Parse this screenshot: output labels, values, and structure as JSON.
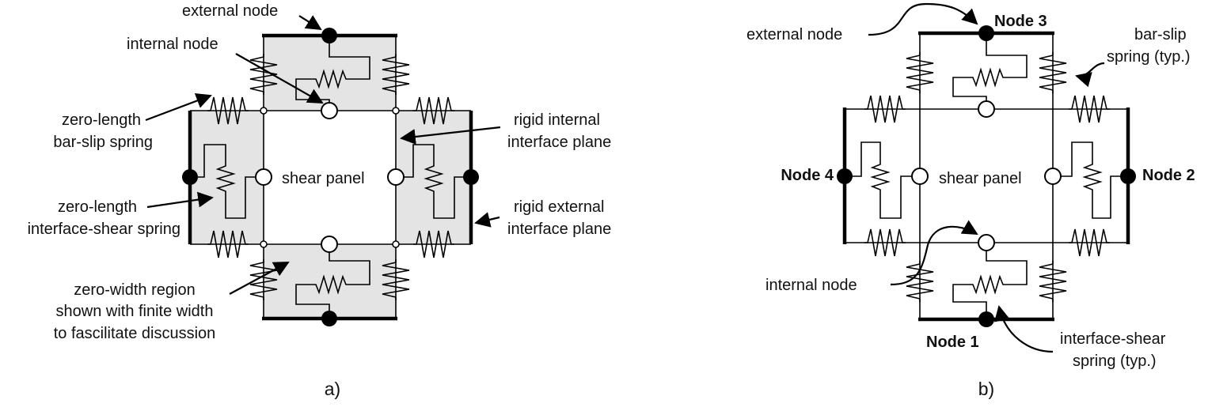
{
  "panel_a": {
    "caption": "a)",
    "labels": {
      "external_node": "external node",
      "internal_node": "internal node",
      "zero_length_1": "zero-length",
      "bar_slip_spring": "bar-slip spring",
      "zero_length_2": "zero-length",
      "interface_shear_spring": "interface-shear spring",
      "shear_panel": "shear panel",
      "rigid_internal_1": "rigid internal",
      "rigid_internal_2": "interface plane",
      "rigid_external_1": "rigid external",
      "rigid_external_2": "interface plane",
      "zero_width_1": "zero-width region",
      "zero_width_2": "shown with finite width",
      "zero_width_3": "to fascilitate discussion"
    }
  },
  "panel_b": {
    "caption": "b)",
    "labels": {
      "external_node": "external node",
      "node3": "Node 3",
      "node2": "Node 2",
      "node4": "Node 4",
      "node1": "Node 1",
      "bar_slip_1": "bar-slip",
      "bar_slip_2": "spring (typ.)",
      "shear_panel": "shear panel",
      "internal_node": "internal node",
      "interface_shear_1": "interface-shear",
      "interface_shear_2": "spring (typ.)"
    }
  },
  "colors": {
    "region_fill": "#e4e4e4",
    "line": "#000000"
  }
}
